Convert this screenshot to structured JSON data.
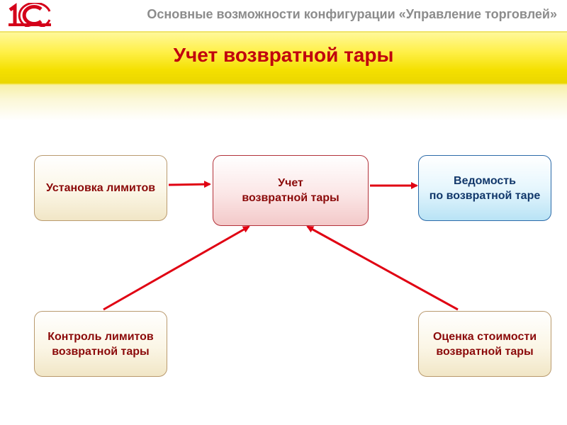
{
  "header": {
    "logo_text": "1С",
    "subtitle": "Основные возможности конфигурации «Управление торговлей»"
  },
  "page": {
    "title": "Учет возвратной тары"
  },
  "diagram": {
    "nodes": {
      "limits_setup": {
        "lines": [
          "Установка лимитов"
        ]
      },
      "center": {
        "lines": [
          "Учет",
          "возвратной тары"
        ]
      },
      "report": {
        "lines": [
          "Ведомость",
          "по возвратной таре"
        ]
      },
      "limits_control": {
        "lines": [
          "Контроль лимитов",
          "возвратной тары"
        ]
      },
      "cost_estimate": {
        "lines": [
          "Оценка стоимости",
          "возвратной тары"
        ]
      }
    },
    "edges": [
      {
        "from": "limits_setup",
        "to": "center"
      },
      {
        "from": "center",
        "to": "report"
      },
      {
        "from": "limits_control",
        "to": "center"
      },
      {
        "from": "cost_estimate",
        "to": "center"
      }
    ],
    "colors": {
      "arrow": "#e00012",
      "title": "#c0000e",
      "logo": "#d4001a"
    }
  }
}
